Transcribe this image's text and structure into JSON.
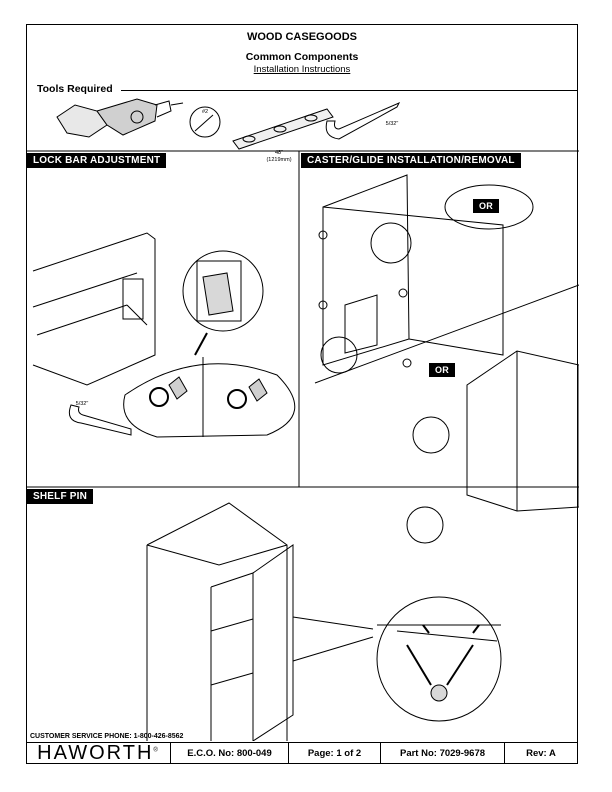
{
  "header": {
    "title": "WOOD CASEGOODS",
    "subtitle": "Common Components",
    "doc_type": "Installation Instructions"
  },
  "tools": {
    "label": "Tools Required",
    "screwdriver_bit": "#2",
    "level_length": "48\"",
    "level_length_metric": "(1219mm)",
    "hex_key_size": "5/32\""
  },
  "sections": {
    "lock_bar": {
      "label": "LOCK BAR ADJUSTMENT",
      "hex_key_size": "5/32\""
    },
    "caster": {
      "label": "CASTER/GLIDE INSTALLATION/REMOVAL",
      "or_label_1": "OR",
      "or_label_2": "OR"
    },
    "shelf_pin": {
      "label": "SHELF PIN"
    }
  },
  "footer": {
    "phone": "CUSTOMER SERVICE PHONE: 1-800-426-8562",
    "brand": "HAWORTH",
    "brand_mark": "®",
    "eco": "E.C.O. No: 800-049",
    "page": "Page: 1 of 2",
    "part_no_label": "Part No:",
    "part_no": "7029-9678",
    "rev": "Rev: A"
  }
}
